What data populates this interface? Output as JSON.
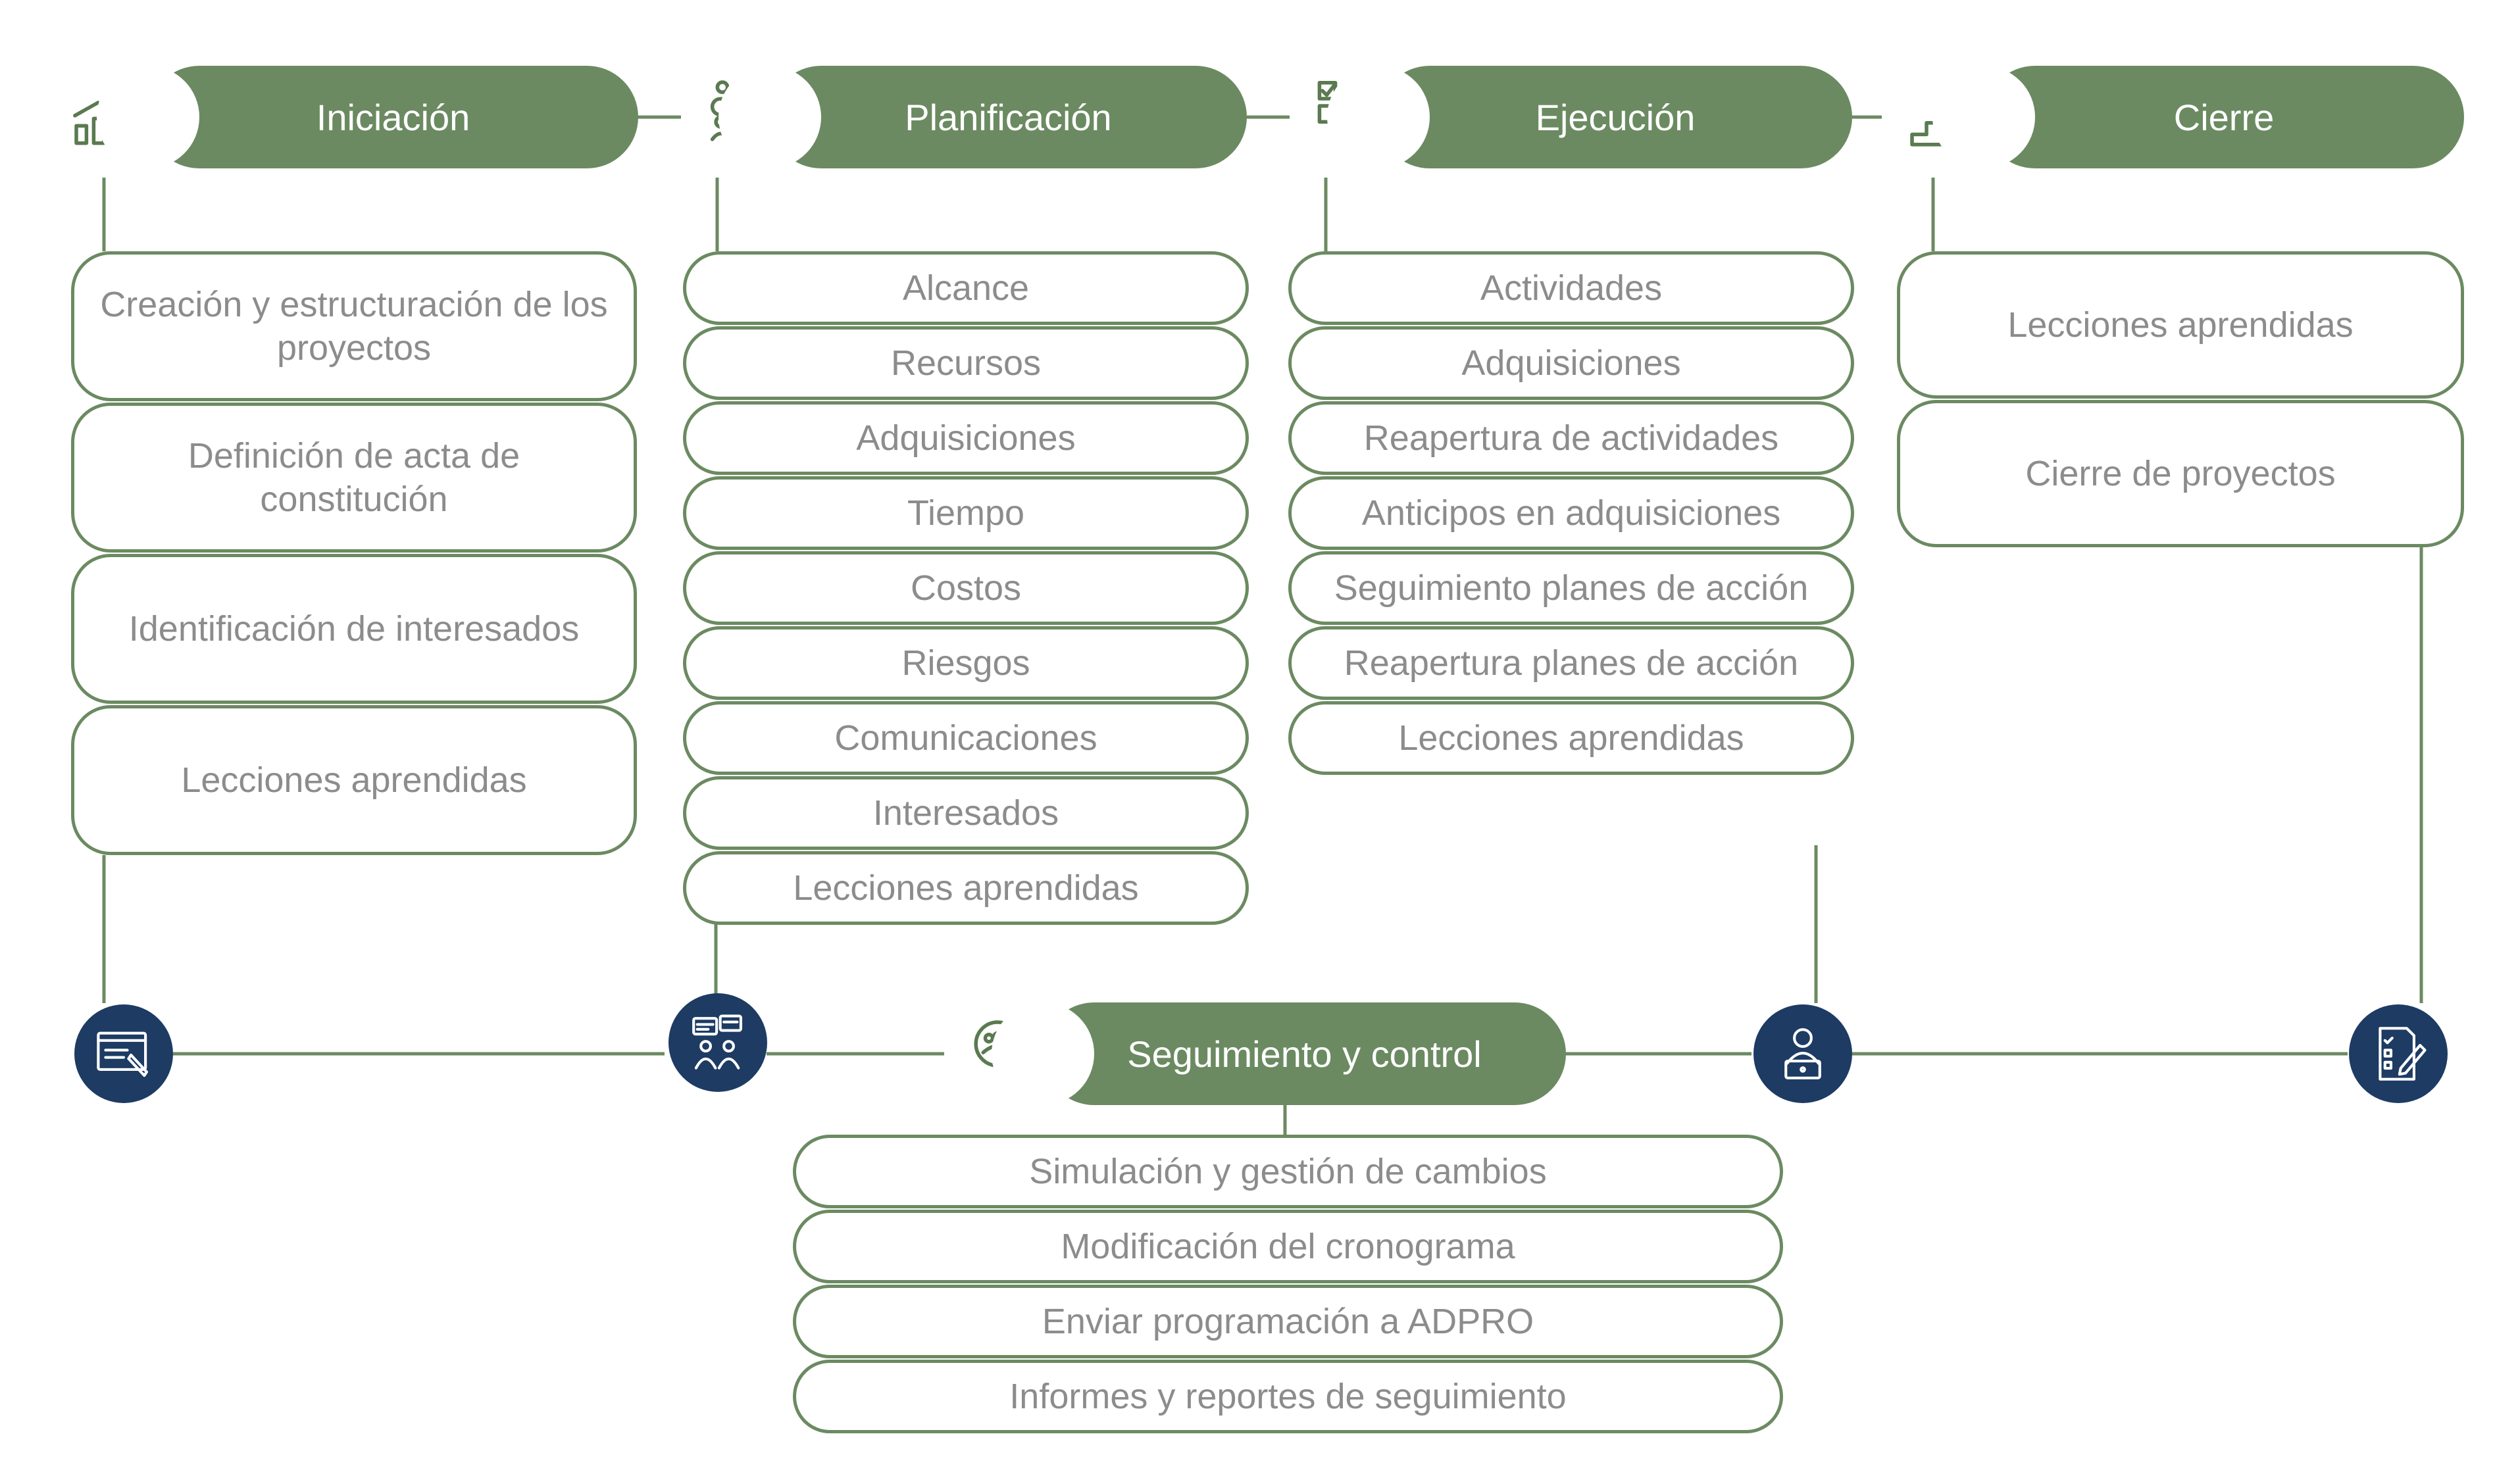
{
  "phases": [
    {
      "title": "Iniciación",
      "icon": "growth-chart-icon",
      "items": [
        "Creación y estructuración de los proyectos",
        "Definición de acta de constitución",
        "Identificación de interesados",
        "Lecciones aprendidas"
      ]
    },
    {
      "title": "Planificación",
      "icon": "team-meeting-icon",
      "items": [
        "Alcance",
        "Recursos",
        "Adquisiciones",
        "Tiempo",
        "Costos",
        "Riesgos",
        "Comunicaciones",
        "Interesados",
        "Lecciones aprendidas"
      ]
    },
    {
      "title": "Ejecución",
      "icon": "checklist-cursor-icon",
      "items": [
        "Actividades",
        "Adquisiciones",
        "Reapertura de actividades",
        "Anticipos en adquisiciones",
        "Seguimiento planes de acción",
        "Reapertura planes de acción",
        "Lecciones aprendidas"
      ]
    },
    {
      "title": "Cierre",
      "icon": "stairs-flag-icon",
      "items": [
        "Lecciones aprendidas",
        "Cierre de proyectos"
      ]
    }
  ],
  "control": {
    "title": "Seguimiento y control",
    "icon": "group-magnifier-icon",
    "items": [
      "Simulación y gestión de cambios",
      "Modificación del cronograma",
      "Enviar programación a ADPRO",
      "Informes y reportes de seguimiento"
    ]
  },
  "nodes": [
    "browser-pen-icon",
    "presentation-people-icon",
    "person-laptop-icon",
    "document-edit-icon"
  ],
  "colors": {
    "primary": "#6b8a61",
    "node": "#1d3b63",
    "text": "#8c8c8c"
  }
}
